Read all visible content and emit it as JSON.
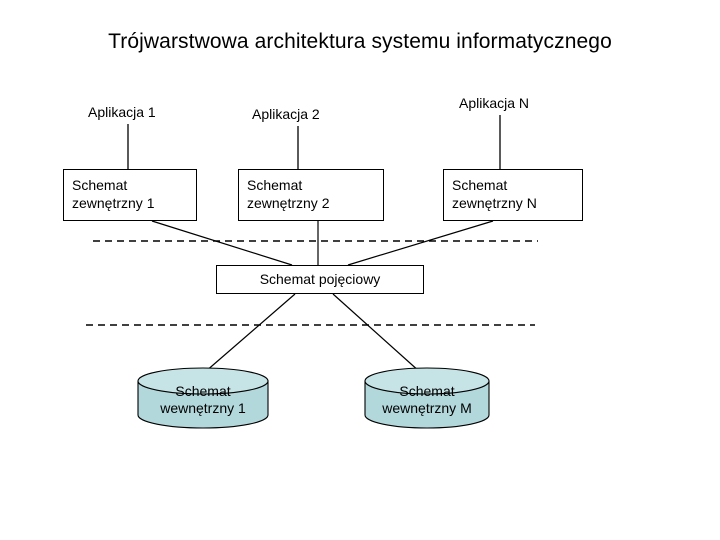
{
  "page": {
    "title": "Trójwarstwowa architektura systemu informatycznego",
    "background_color": "#ffffff",
    "line_color": "#000000",
    "cylinder_fill": "#b2d8dc",
    "cylinder_top_fill": "#c6e3e6"
  },
  "applications": [
    {
      "label": "Aplikacja 1"
    },
    {
      "label": "Aplikacja 2"
    },
    {
      "label": "Aplikacja N"
    }
  ],
  "external_schemas": [
    {
      "label": "Schemat\nzewnętrzny 1"
    },
    {
      "label": "Schemat\nzewnętrzny 2"
    },
    {
      "label": "Schemat\nzewnętrzny N"
    }
  ],
  "conceptual_schema": {
    "label": "Schemat pojęciowy"
  },
  "internal_schemas": [
    {
      "label": "Schemat\nwewnętrzny 1"
    },
    {
      "label": "Schemat\nwewnętrzny M"
    }
  ]
}
